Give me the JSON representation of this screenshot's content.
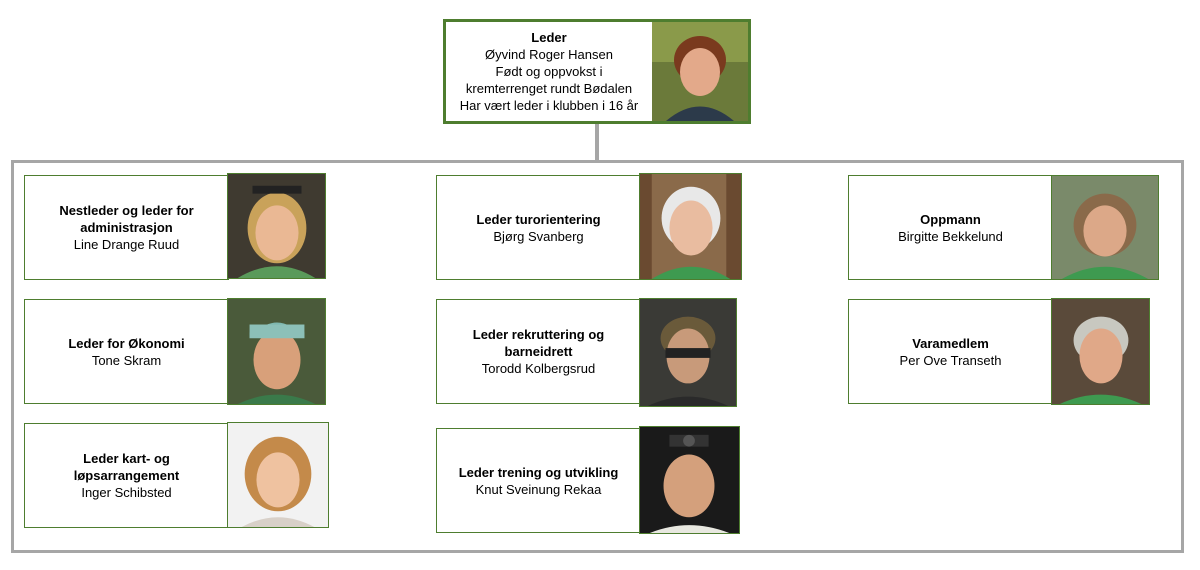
{
  "leader": {
    "title": "Leder",
    "name": "Øyvind Roger Hansen",
    "line1": "Født og oppvokst i",
    "line2": "kremterrenget rundt Bødalen",
    "line3": "Har vært leder i klubben i 16 år"
  },
  "members": [
    {
      "title": "Nestleder og leder for administrasjon",
      "name": "Line Drange Ruud"
    },
    {
      "title": "Leder for Økonomi",
      "name": "Tone Skram"
    },
    {
      "title": "Leder kart- og løpsarrangement",
      "name": "Inger Schibsted"
    },
    {
      "title": "Leder turorientering",
      "name": "Bjørg Svanberg"
    },
    {
      "title": "Leder rekruttering og barneidrett",
      "name": "Torodd Kolbergsrud"
    },
    {
      "title": "Leder trening og utvikling",
      "name": "Knut Sveinung Rekaa"
    },
    {
      "title": "Oppmann",
      "name": "Birgitte Bekkelund"
    },
    {
      "title": "Varamedlem",
      "name": "Per Ove Transeth"
    }
  ],
  "colors": {
    "card_border": "#4e7d2f",
    "frame_border": "#a6a6a6"
  }
}
